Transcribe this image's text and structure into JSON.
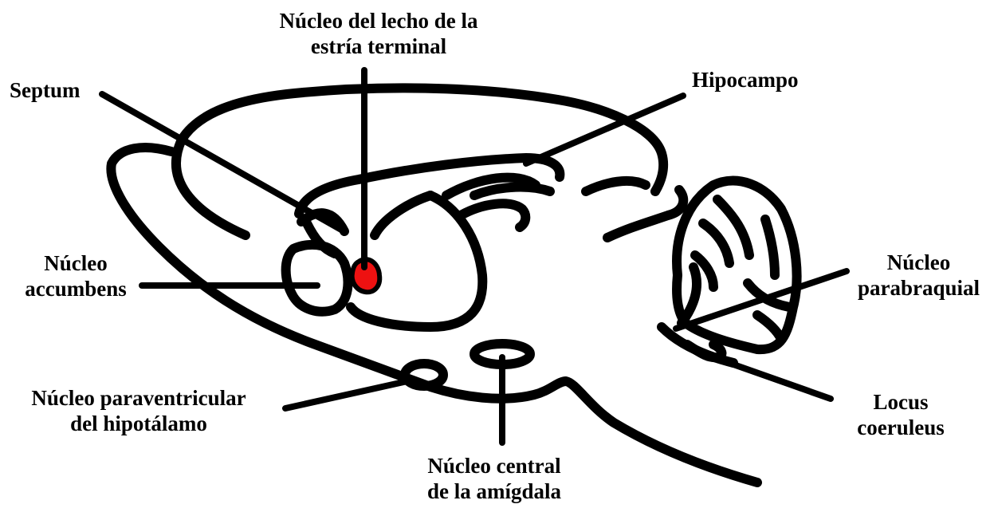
{
  "labels": {
    "bed_nucleus": [
      "Núcleo del lecho de la",
      "estría terminal"
    ],
    "septum": [
      "Septum"
    ],
    "hippocampus": [
      "Hipocampo"
    ],
    "accumbens": [
      "Núcleo",
      "accumbens"
    ],
    "parabrachial": [
      "Núcleo",
      "parabraquial"
    ],
    "paraventricular": [
      "Núcleo paraventricular",
      "del hipotálamo"
    ],
    "locus_coeruleus": [
      "Locus",
      "coeruleus"
    ],
    "central_amygdala": [
      "Núcleo central",
      "de la amígdala"
    ]
  },
  "colors": {
    "outline": "#000000",
    "highlight": "#ee1111",
    "background": "#ffffff"
  },
  "highlighted_structure": "bed_nucleus"
}
